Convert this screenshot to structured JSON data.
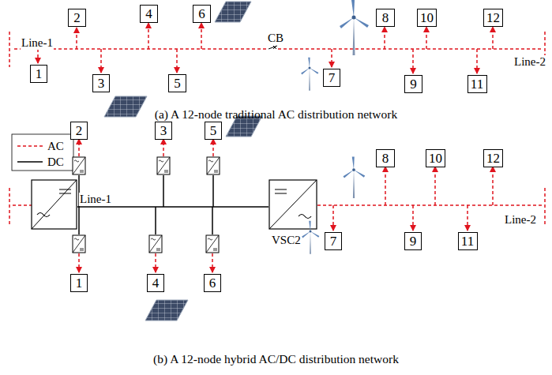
{
  "diagram": {
    "nodes": [
      {
        "text": [
          "1"
        ]
      },
      {
        "text": [
          "2"
        ]
      },
      {
        "text": [
          "3"
        ]
      },
      {
        "text": [
          "4"
        ]
      },
      {
        "text": [
          "5"
        ]
      },
      {
        "text": [
          "6"
        ]
      },
      {
        "text": [
          "7"
        ]
      },
      {
        "text": [
          "8"
        ]
      },
      {
        "text": [
          "9"
        ]
      },
      {
        "text": [
          "10"
        ]
      },
      {
        "text": [
          "11"
        ]
      },
      {
        "text": [
          "12"
        ]
      },
      {
        "text": [
          "1"
        ]
      },
      {
        "text": [
          "2"
        ]
      },
      {
        "text": [
          "3"
        ]
      },
      {
        "text": [
          "4"
        ]
      },
      {
        "text": [
          "5"
        ]
      },
      {
        "text": [
          "6"
        ]
      },
      {
        "text": [
          "7"
        ]
      },
      {
        "text": [
          "8"
        ]
      },
      {
        "text": [
          "9"
        ]
      },
      {
        "text": [
          "10"
        ]
      },
      {
        "text": [
          "11"
        ]
      },
      {
        "text": [
          "12"
        ]
      }
    ],
    "labels": [
      "Line-1",
      "CB",
      "Line-2",
      "(a) A 12-node traditional AC distribution network",
      "Line-1",
      "VSC2",
      "Line-2",
      "(b) A 12-node hybrid AC/DC distribution network"
    ],
    "legend": [
      {
        "text": "AC"
      },
      {
        "text": "DC"
      }
    ]
  }
}
